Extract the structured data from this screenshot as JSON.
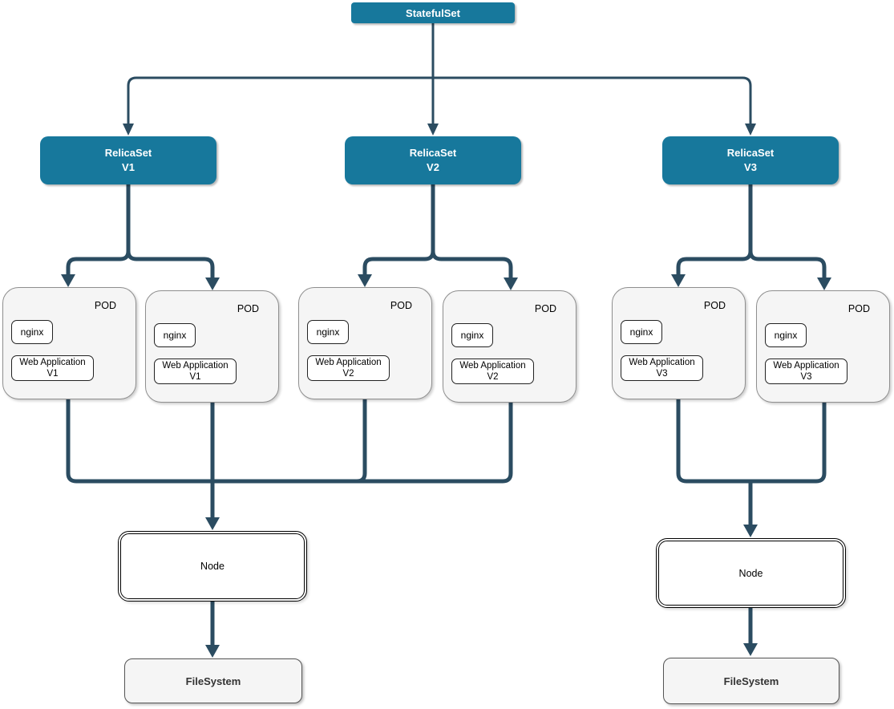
{
  "colors": {
    "teal_fill": "#17789c",
    "connector": "#2b4c61",
    "pod_fill": "#f5f5f5",
    "filesystem_fill": "#f5f5f5",
    "chip_fill": "#ffffff"
  },
  "statefulset": {
    "label": "StatefulSet"
  },
  "replicasets": [
    {
      "name": "RelicaSet",
      "version": "V1"
    },
    {
      "name": "RelicaSet",
      "version": "V2"
    },
    {
      "name": "RelicaSet",
      "version": "V3"
    }
  ],
  "pods": [
    {
      "title": "POD",
      "container": "nginx",
      "app_line1": "Web Application",
      "app_line2": "V1"
    },
    {
      "title": "POD",
      "container": "nginx",
      "app_line1": "Web Application",
      "app_line2": "V1"
    },
    {
      "title": "POD",
      "container": "nginx",
      "app_line1": "Web Application",
      "app_line2": "V2"
    },
    {
      "title": "POD",
      "container": "nginx",
      "app_line1": "Web Application",
      "app_line2": "V2"
    },
    {
      "title": "POD",
      "container": "nginx",
      "app_line1": "Web Application",
      "app_line2": "V3"
    },
    {
      "title": "POD",
      "container": "nginx",
      "app_line1": "Web Application",
      "app_line2": "V3"
    }
  ],
  "nodes": [
    {
      "label": "Node"
    },
    {
      "label": "Node"
    }
  ],
  "filesystems": [
    {
      "label": "FileSystem"
    },
    {
      "label": "FileSystem"
    }
  ]
}
